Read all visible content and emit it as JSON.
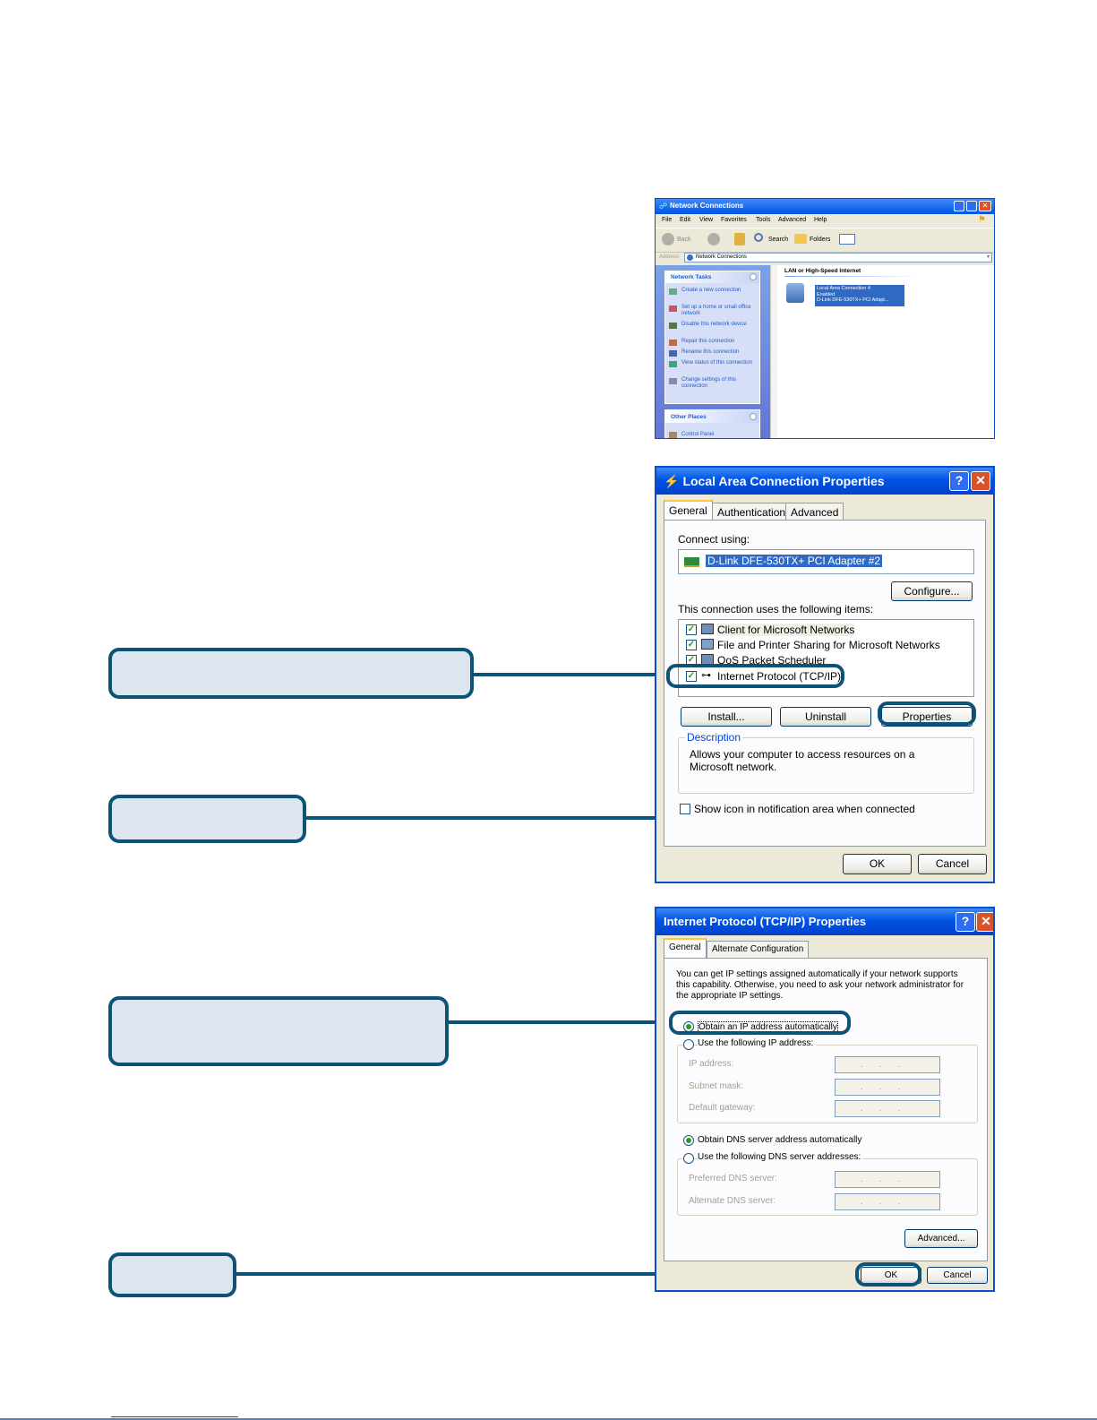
{
  "network_connections": {
    "title": "Network Connections",
    "menu": [
      "File",
      "Edit",
      "View",
      "Favorites",
      "Tools",
      "Advanced",
      "Help"
    ],
    "toolbar": {
      "back": "Back",
      "search": "Search",
      "folders": "Folders"
    },
    "address_label": "Address",
    "address_value": "Network Connections",
    "network_tasks_header": "Network Tasks",
    "tasks": [
      "Create a new connection",
      "Set up a home or small office network",
      "Disable this network device",
      "Repair this connection",
      "Rename this connection",
      "View status of this connection",
      "Change settings of this connection"
    ],
    "other_places_header": "Other Places",
    "other_places": [
      "Control Panel"
    ],
    "group_header": "LAN or High-Speed Internet",
    "connection": {
      "name": "Local Area Connection 4",
      "status": "Enabled",
      "adapter": "D-Link DFE-530TX+ PCI Adapt..."
    }
  },
  "lan_properties": {
    "title": "Local Area Connection Properties",
    "tabs": [
      "General",
      "Authentication",
      "Advanced"
    ],
    "connect_using_label": "Connect using:",
    "adapter": "D-Link DFE-530TX+ PCI Adapter #2",
    "configure_button": "Configure...",
    "items_label": "This connection uses the following items:",
    "items": [
      "Client for Microsoft Networks",
      "File and Printer Sharing for Microsoft Networks",
      "QoS Packet Scheduler",
      "Internet Protocol (TCP/IP)"
    ],
    "install_button": "Install...",
    "uninstall_button": "Uninstall",
    "properties_button": "Properties",
    "description_label": "Description",
    "description_text": "Allows your computer to access resources on a Microsoft network.",
    "show_icon_label": "Show icon in notification area when connected",
    "ok_button": "OK",
    "cancel_button": "Cancel"
  },
  "tcpip_properties": {
    "title": "Internet Protocol (TCP/IP) Properties",
    "tabs": [
      "General",
      "Alternate Configuration"
    ],
    "intro": "You can get IP settings assigned automatically if your network supports this capability. Otherwise, you need to ask your network administrator for the appropriate IP settings.",
    "obtain_ip": "Obtain an IP address automatically",
    "use_ip": "Use the following IP address:",
    "ip_address_label": "IP address:",
    "subnet_label": "Subnet mask:",
    "gateway_label": "Default gateway:",
    "obtain_dns": "Obtain DNS server address automatically",
    "use_dns": "Use the following DNS server addresses:",
    "preferred_dns_label": "Preferred DNS server:",
    "alternate_dns_label": "Alternate DNS server:",
    "advanced_button": "Advanced...",
    "ok_button": "OK",
    "cancel_button": "Cancel"
  }
}
